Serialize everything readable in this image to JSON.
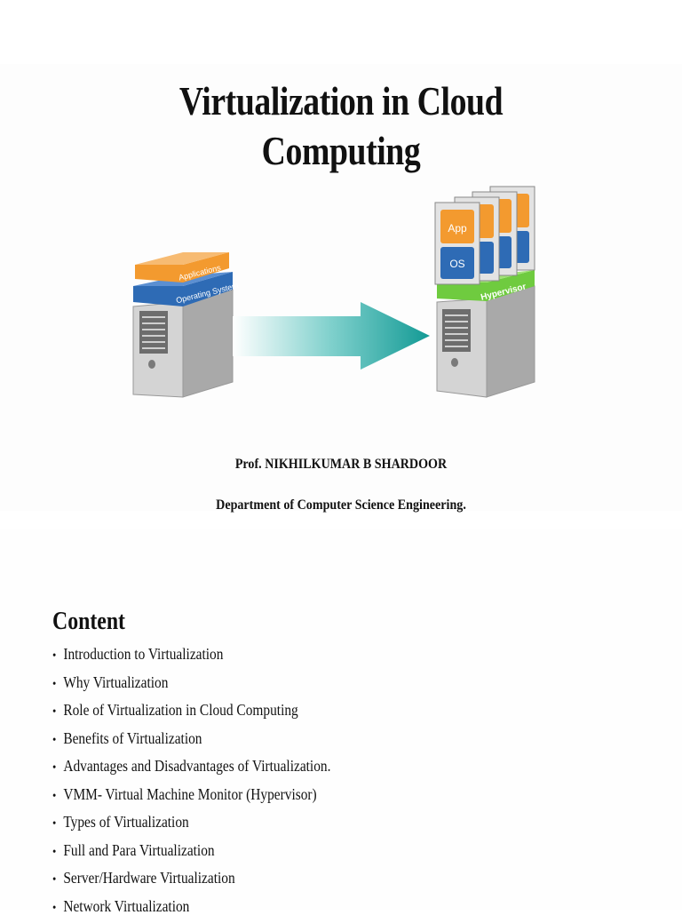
{
  "slide1": {
    "title_line1": "Virtualization in Cloud",
    "title_line2": "Computing",
    "diagram": {
      "left_stack": {
        "top_layer": "Applications",
        "middle_layer": "Operating System"
      },
      "right_stack": {
        "vm_app_label": "App",
        "vm_os_label": "OS",
        "base_layer": "Hypervisor",
        "vm_count": 4
      },
      "colors": {
        "orange": "#f39a2f",
        "blue": "#2e6bb5",
        "green": "#7dd24b",
        "teal": "#1aa6a0",
        "server_gray": "#b5b5b5"
      }
    },
    "author": "Prof. NIKHILKUMAR B SHARDOOR",
    "department": "Department of Computer Science Engineering."
  },
  "slide2": {
    "heading": "Content",
    "bullet_glyph": "•",
    "items": [
      "Introduction to Virtualization",
      "Why Virtualization",
      "Role of Virtualization in Cloud Computing",
      "Benefits of Virtualization",
      "Advantages and Disadvantages of Virtualization.",
      "VMM- Virtual Machine Monitor (Hypervisor)",
      "Types of Virtualization",
      "Full and Para Virtualization",
      "Server/Hardware Virtualization",
      "Network Virtualization"
    ]
  }
}
